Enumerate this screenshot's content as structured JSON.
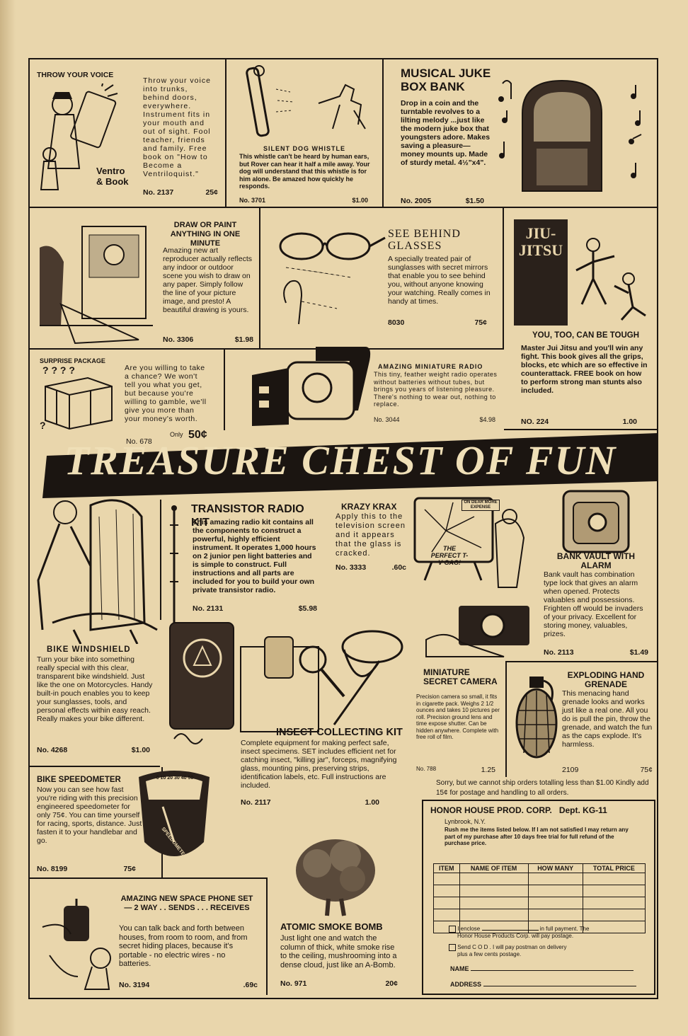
{
  "throw_voice": {
    "title": "THROW YOUR VOICE",
    "text": "Throw your voice into trunks, behind doors, everywhere. Instrument fits in your mouth and out of sight. Fool teacher, friends and family. Free book on \"How to Become a Ventriloquist.\"",
    "no": "No. 2137",
    "price": "25¢",
    "caption1": "Ventro",
    "caption2": "& Book"
  },
  "dog_whistle": {
    "title": "SILENT DOG WHISTLE",
    "text": "This whistle can't be heard by human ears, but Rover can hear it half a mile away. Your dog will understand that this whistle is for him alone. Be amazed how quickly he responds.",
    "no": "No. 3701",
    "price": "$1.00"
  },
  "juke_box": {
    "title_line1": "MUSICAL JUKE",
    "title_line2": "BOX BANK",
    "text": "Drop in a coin and the turntable revolves to a lilting melody ...just like the modern juke box that youngsters adore. Makes saving a pleasure—money mounts up. Made of sturdy metal. 4½\"x4\".",
    "no": "No. 2005",
    "price": "$1.50"
  },
  "draw_paint": {
    "title": "DRAW OR PAINT ANYTHING IN ONE MINUTE",
    "text": "Amazing new art reproducer actually reflects any indoor or outdoor scene you wish to draw on any paper. Simply follow the line of your picture image, and presto! A beautiful drawing is yours.",
    "no": "No. 3306",
    "price": "$1.98"
  },
  "see_behind": {
    "title_line1": "SEE BEHIND",
    "title_line2": "GLASSES",
    "text": "A specially treated pair of sunglasses with secret mirrors that enable you to see behind you, without anyone knowing your watching. Really comes in handy at times.",
    "no": "8030",
    "price": "75¢"
  },
  "jiu_jitsu": {
    "book_line1": "JIU-",
    "book_line2": "JITSU",
    "title": "YOU, TOO, CAN BE TOUGH",
    "text": "Master Jui Jitsu and you'll win any fight. This book gives all the grips, blocks, etc which are so effective in counterattack. FREE book on how to perform strong man stunts also included.",
    "no": "NO. 224",
    "price": "1.00"
  },
  "surprise": {
    "title": "SURPRISE PACKAGE",
    "text": "Are you willing to take a chance? We won't tell you what you get, but because you're willing to gamble, we'll give you more than your money's worth.",
    "only": "Only",
    "no": "No. 678",
    "price": "50¢"
  },
  "radio": {
    "title": "AMAZING MINIATURE RADIO",
    "text": "This tiny, feather weight radio operates without batteries without tubes, but brings you years of listening pleasure. There's nothing to wear out, nothing to replace.",
    "no": "No. 3044",
    "price": "$4.98"
  },
  "banner": {
    "text": "TREASURE CHEST OF FUN"
  },
  "windshield": {
    "title": "BIKE WINDSHIELD",
    "text": "Turn your bike into something really special with this clear, transparent bike windshield. Just like the one on Motorcycles. Handy built-in pouch enables you to keep your sunglasses, tools, and personal effects within easy reach. Really makes your bike different.",
    "no": "No. 4268",
    "price": "$1.00"
  },
  "transistor": {
    "title": "TRANSISTOR RADIO KIT",
    "text": "This amazing radio kit contains all the components to construct a powerful, highly efficient instrument. It operates 1,000 hours on 2 junior pen light batteries and is simple to construct. Full instructions and all parts are included for you to build your own private transistor radio.",
    "no": "No. 2131",
    "price": "$5.98"
  },
  "krazy": {
    "title": "KRAZY KRAX",
    "text": "Apply this to the television screen and it appears that the glass is cracked.",
    "no": "No. 3333",
    "price": ".60c",
    "screen_text": "ON DEAR MORE EXPENSE",
    "caption": "THE PERFECT T-V GAG!"
  },
  "bank_vault": {
    "title": "BANK VAULT WITH ALARM",
    "text": "Bank vault has combination type lock that gives an alarm when opened. Protects valuables and possessions. Frighten off would be invaders of your privacy. Excellent for storing money, valuables, prizes.",
    "no": "No. 2113",
    "price": "$1.49"
  },
  "camera": {
    "title_line1": "MINIATURE",
    "title_line2": "SECRET CAMERA",
    "text": "Precision camera so small, it fits in cigarette pack. Weighs 2 1/2 ounces and takes 10 pictures per roll. Precision ground lens and time expose shutter. Can be hidden anywhere. Complete with free roll of film.",
    "no": "No. 788",
    "price": "1.25"
  },
  "grenade": {
    "title": "EXPLODING HAND GRENADE",
    "text": "This menacing hand grenade looks and works just like a real one. All you do is pull the pin, throw the grenade, and watch the fun as the caps explode. It's harmless.",
    "no": "2109",
    "price": "75¢"
  },
  "insect": {
    "title": "INSECT COLLECTING KIT",
    "text": "Complete equipment for making perfect safe, insect specimens. SET includes efficient net for catching insect, \"killing jar\", forceps, magnifying glass, mounting pins, preserving strips, identification labels, etc. Full instructions are included.",
    "no": "No. 2117",
    "price": "1.00"
  },
  "speedometer": {
    "title": "BIKE SPEEDOMETER",
    "text": "Now you can see how fast you're riding with this precision engineered speedometer for only 75¢. You can time yourself for racing, sports, distance. Just fasten it to your handlebar and go.",
    "no": "No. 8199",
    "price": "75¢",
    "dial_numbers": "0 10 20 30 40 50",
    "dial_word": "SPEEDOMETER"
  },
  "space_phone": {
    "title": "AMAZING NEW SPACE PHONE SET — 2 WAY . . SENDS . . . RECEIVES",
    "text": "You can talk back and forth between houses, from room to room, and from secret hiding places, because it's portable - no electric wires - no batteries.",
    "no": "No. 3194",
    "price": ".69c"
  },
  "smoke_bomb": {
    "title": "ATOMIC SMOKE BOMB",
    "text": "Just light one and watch the column of thick, white smoke rise to the ceiling, mushrooming into a dense cloud, just like an A-Bomb.",
    "no": "No. 971",
    "price": "20¢"
  },
  "order_note": "Sorry, but we cannot ship orders totalling less than $1.00 Kindly add 15¢ for postage and handling to all orders.",
  "order_form": {
    "company": "HONOR HOUSE PROD. CORP.",
    "dept": "Dept. KG-11",
    "city": "Lynbrook, N.Y.",
    "intro": "Rush me the items listed below. If I am not satisfied I may return any part of my purchase after 10 days free trial for full refund of the purchase price.",
    "columns": [
      "ITEM",
      "NAME OF ITEM",
      "HOW MANY",
      "TOTAL PRICE"
    ],
    "enclose_a": "I enclose",
    "enclose_b": "in full payment. The",
    "enclose_c": "Honor House Products Corp. will pay postage.",
    "cod_a": "Send C O D . I will pay postman on delivery",
    "cod_b": "plus a few cents postage.",
    "name_label": "NAME",
    "address_label": "ADDRESS"
  }
}
